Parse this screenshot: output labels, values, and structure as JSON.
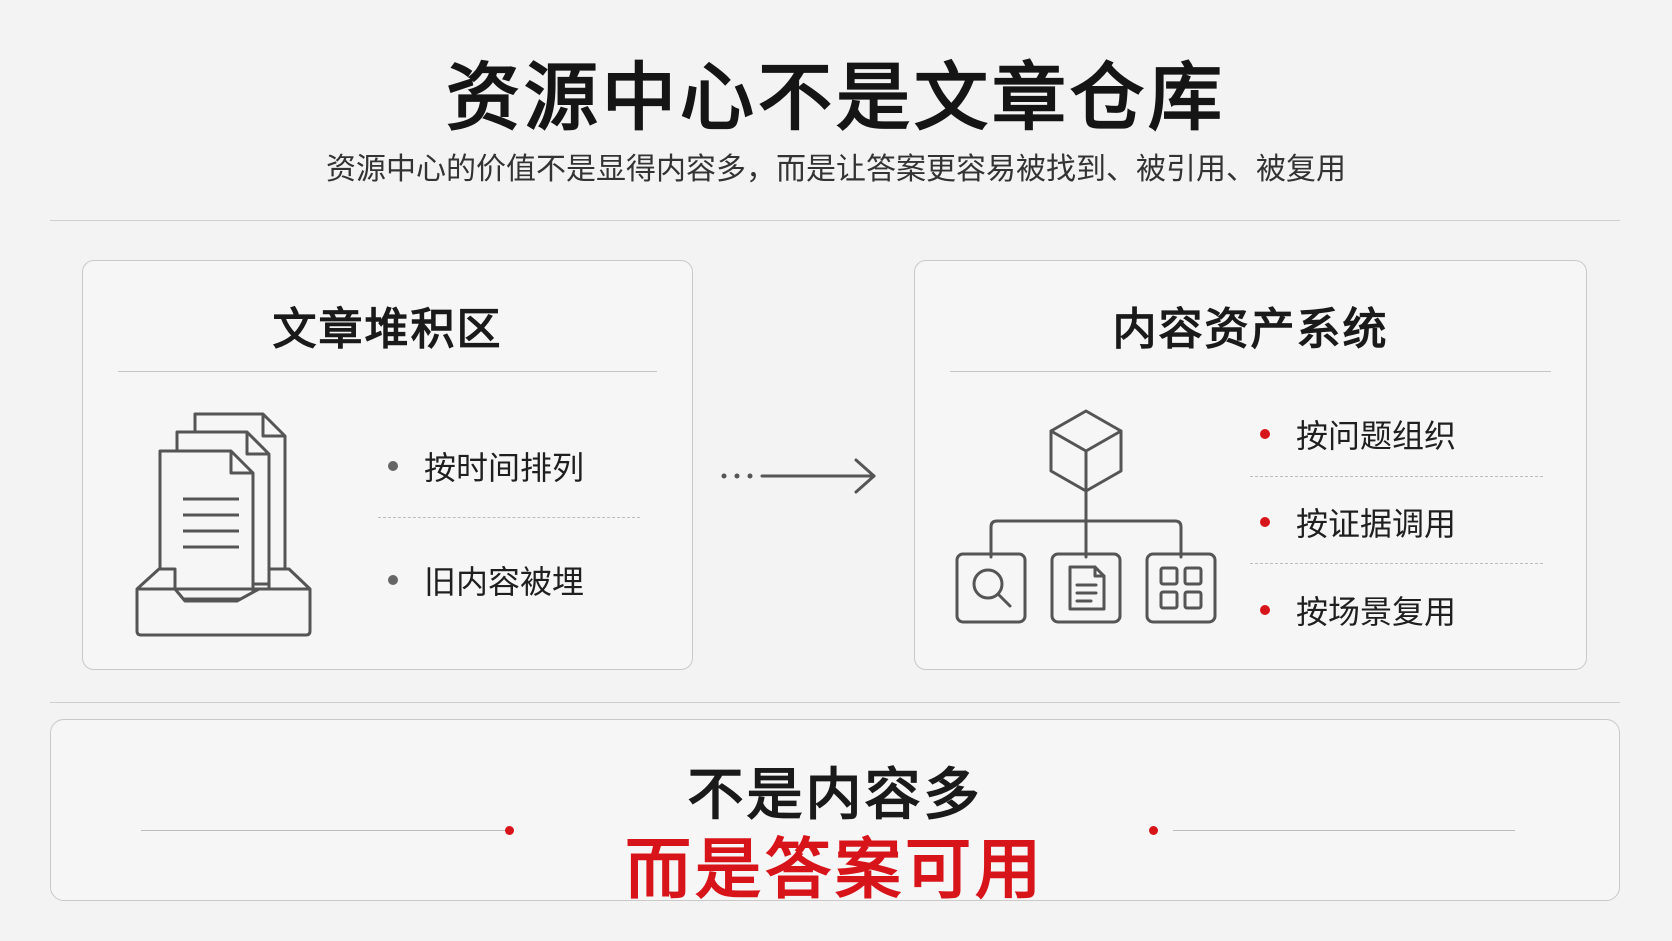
{
  "header": {
    "title": "资源中心不是文章仓库",
    "subtitle": "资源中心的价值不是显得内容多，而是让答案更容易被找到、被引用、被复用"
  },
  "left_card": {
    "title": "文章堆积区",
    "icon": "document-stack-icon",
    "items": [
      "按时间排列",
      "旧内容被埋"
    ]
  },
  "arrow": {
    "icon": "arrow-right-icon"
  },
  "right_card": {
    "title": "内容资产系统",
    "icons": [
      "cube-icon",
      "search-icon",
      "document-icon",
      "grid-icon"
    ],
    "items": [
      "按问题组织",
      "按证据调用",
      "按场景复用"
    ]
  },
  "summary": {
    "line1": "不是内容多",
    "line2": "而是答案可用"
  },
  "colors": {
    "accent": "#d8141b",
    "text": "#1a1a1a",
    "icon": "#555555",
    "background": "#f3f3f3"
  }
}
